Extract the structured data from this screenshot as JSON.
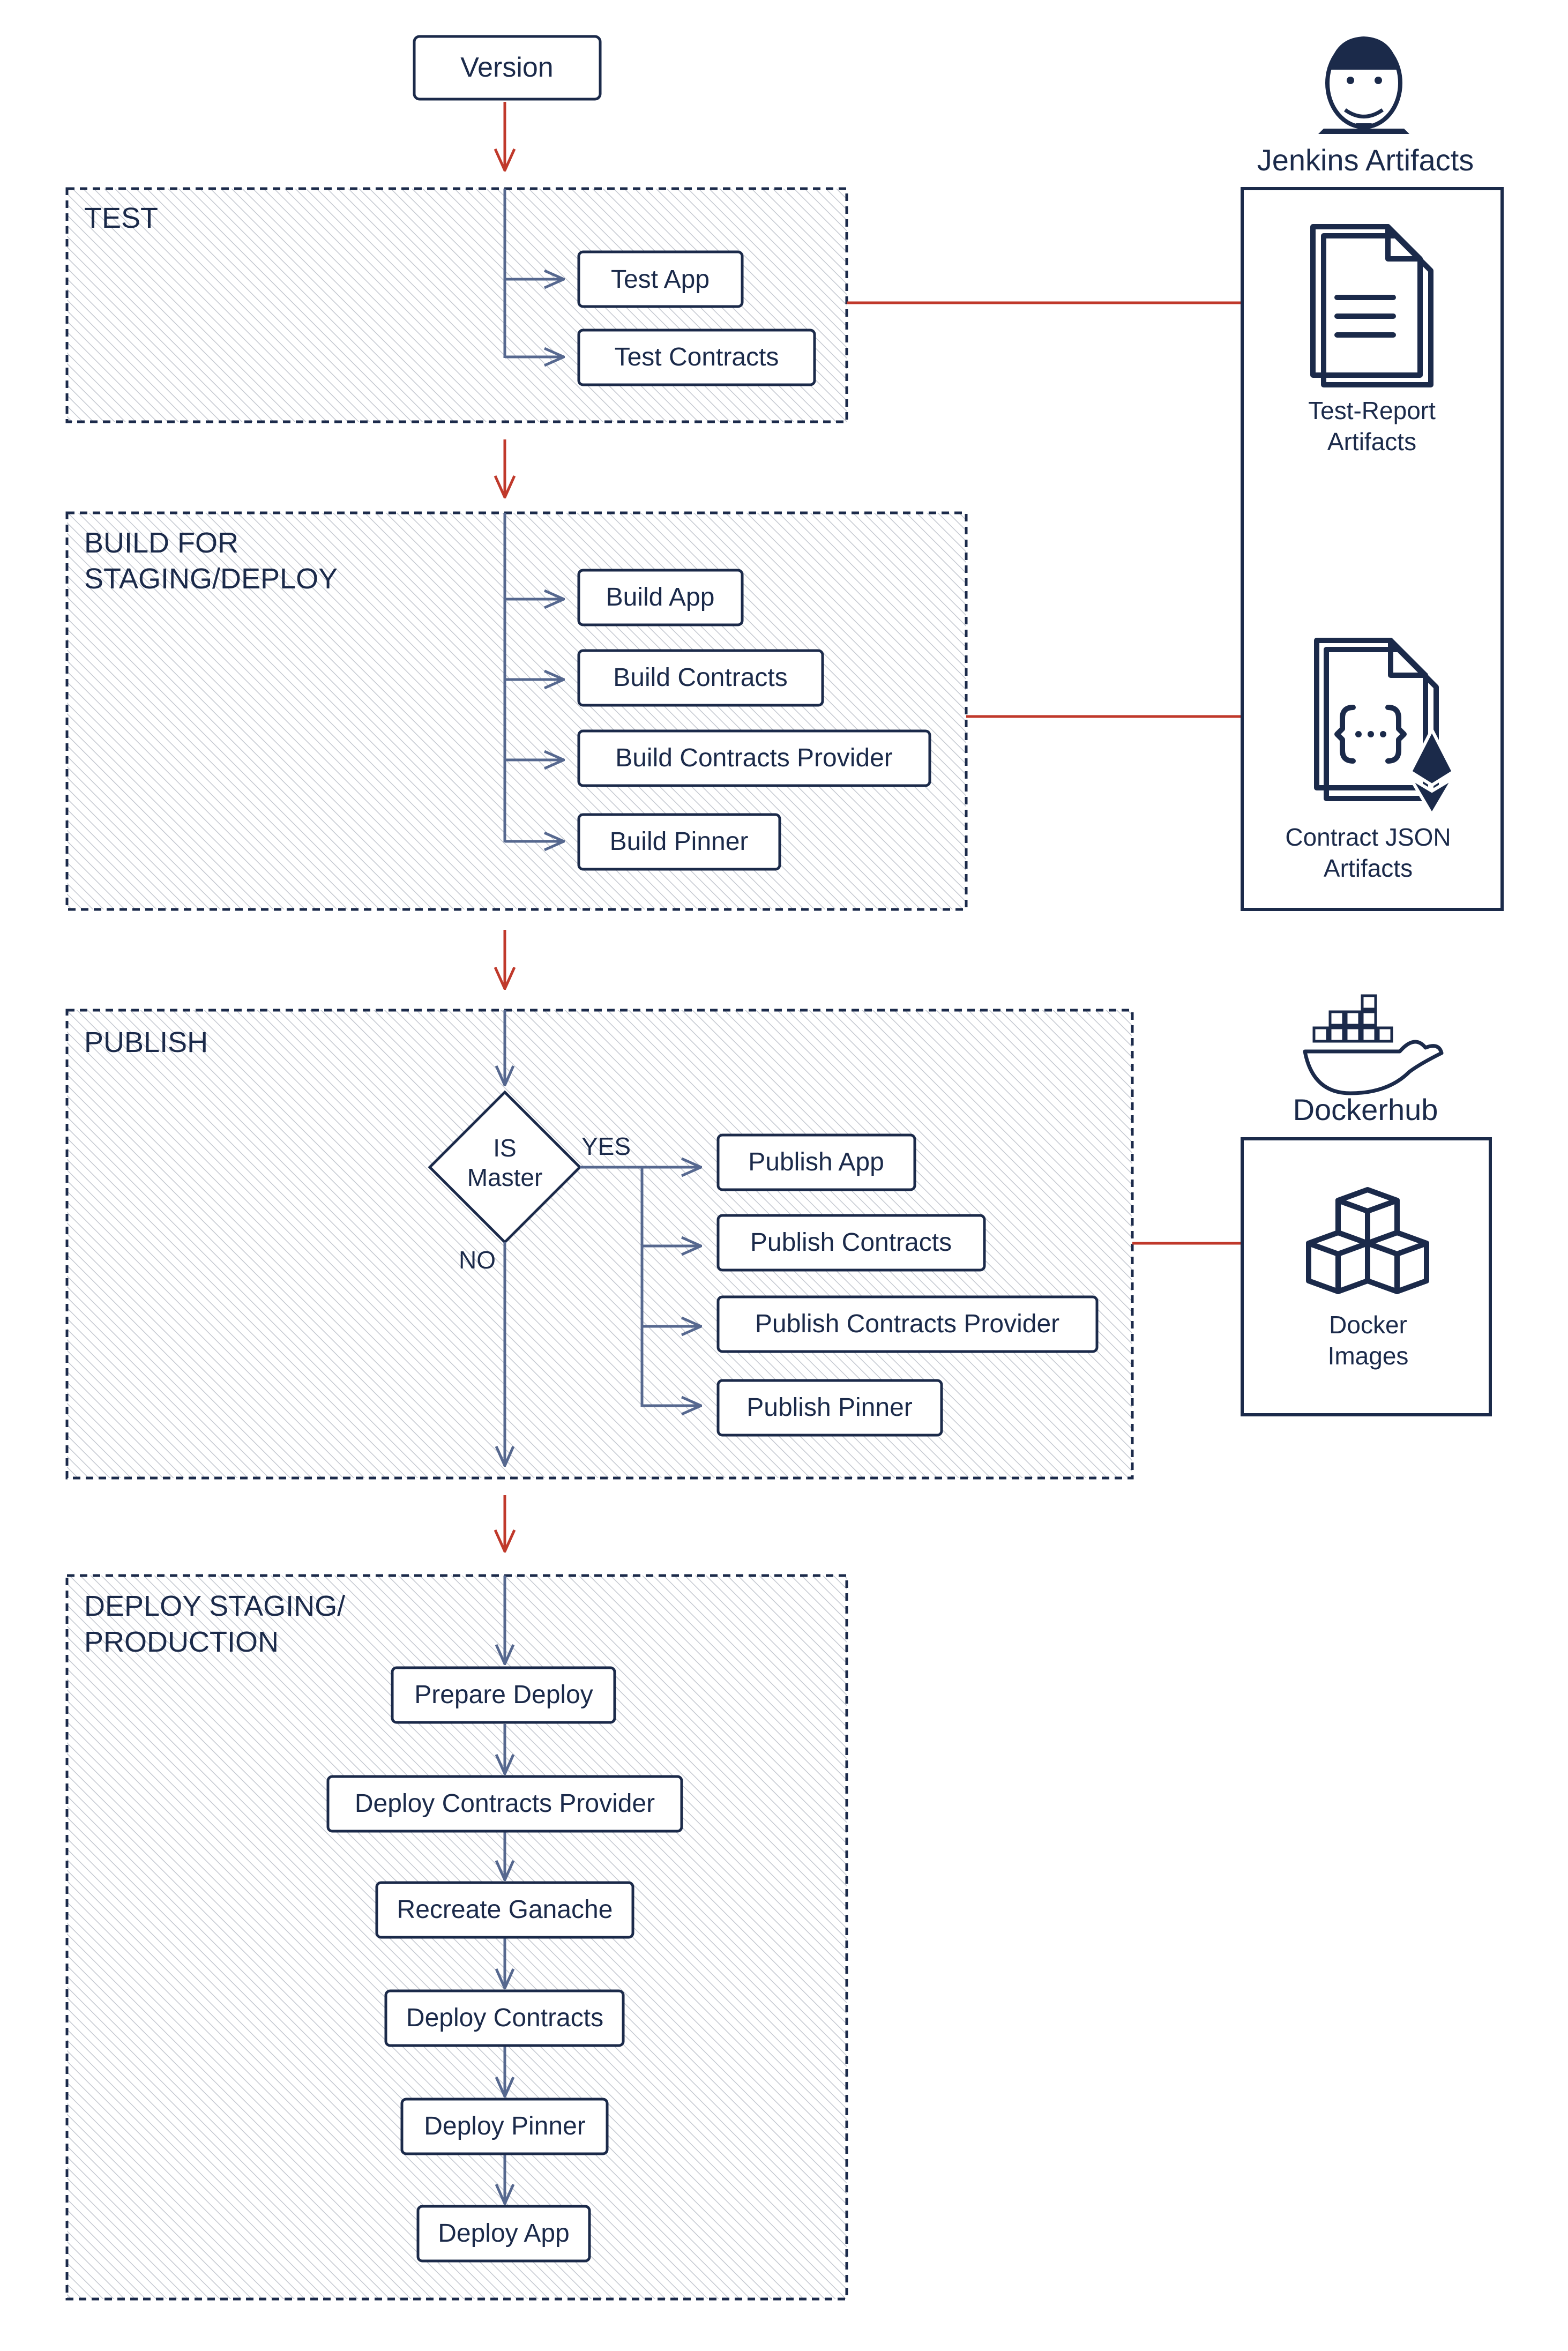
{
  "version_label": "Version",
  "stages": {
    "test": {
      "title": "TEST",
      "items": [
        "Test App",
        "Test Contracts"
      ]
    },
    "build": {
      "title_line1": "BUILD FOR",
      "title_line2": "STAGING/DEPLOY",
      "items": [
        "Build App",
        "Build Contracts",
        "Build Contracts Provider",
        "Build Pinner"
      ]
    },
    "publish": {
      "title": "PUBLISH",
      "decision_line1": "IS",
      "decision_line2": "Master",
      "yes_label": "YES",
      "no_label": "NO",
      "items": [
        "Publish App",
        "Publish Contracts",
        "Publish Contracts Provider",
        "Publish Pinner"
      ]
    },
    "deploy": {
      "title_line1": "DEPLOY STAGING/",
      "title_line2": "PRODUCTION",
      "items": [
        "Prepare Deploy",
        "Deploy Contracts Provider",
        "Recreate Ganache",
        "Deploy Contracts",
        "Deploy Pinner",
        "Deploy App"
      ]
    }
  },
  "jenkins": {
    "title": "Jenkins Artifacts",
    "test_report_line1": "Test-Report",
    "test_report_line2": "Artifacts",
    "contract_json_line1": "Contract JSON",
    "contract_json_line2": "Artifacts"
  },
  "dockerhub": {
    "title": "Dockerhub",
    "images_line1": "Docker",
    "images_line2": "Images"
  },
  "colors": {
    "navy": "#1b2a4a",
    "flow": "#56688f",
    "accent": "#c0392b"
  }
}
